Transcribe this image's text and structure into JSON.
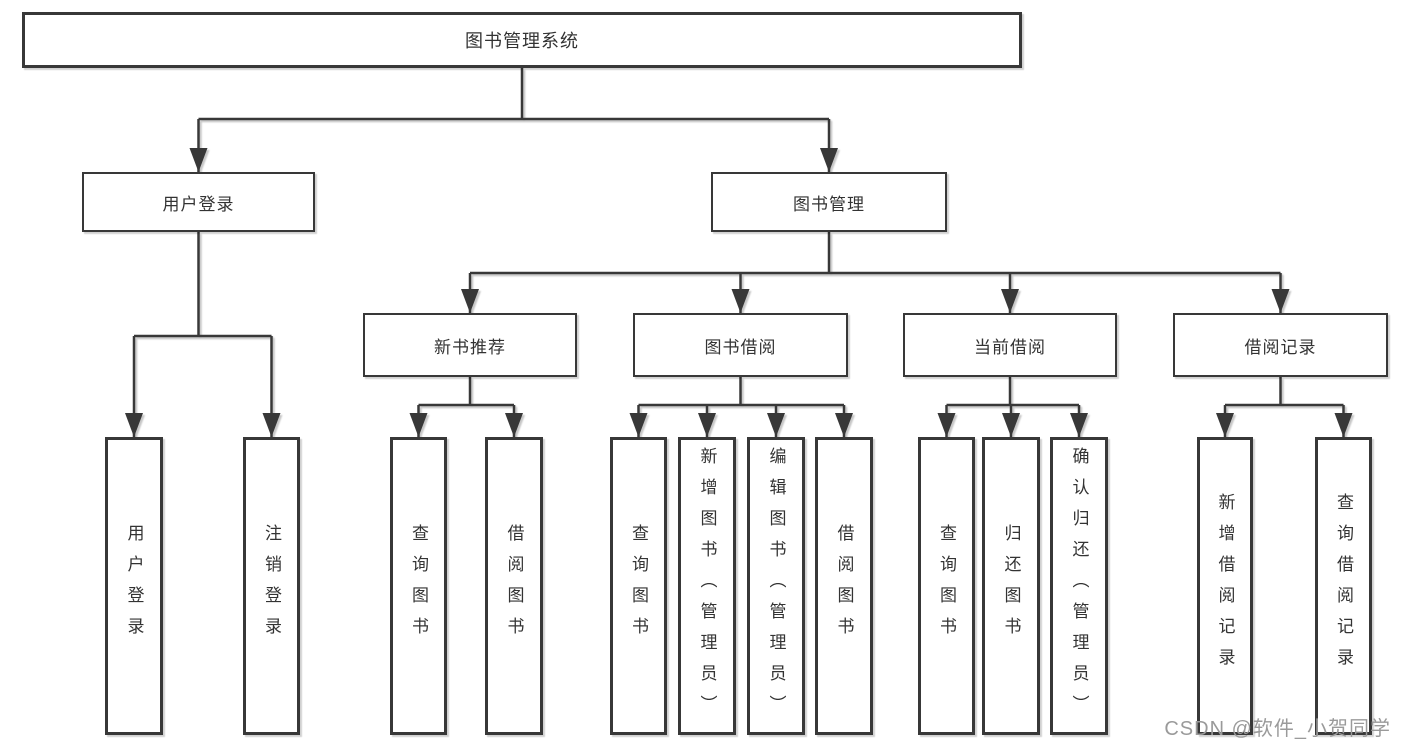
{
  "diagram": {
    "root": {
      "label": "图书管理系统"
    },
    "level2": [
      {
        "label": "用户登录"
      },
      {
        "label": "图书管理"
      }
    ],
    "level3": [
      {
        "label": "新书推荐"
      },
      {
        "label": "图书借阅"
      },
      {
        "label": "当前借阅"
      },
      {
        "label": "借阅记录"
      }
    ],
    "leaves": {
      "user_login": [
        "用户登录",
        "注销登录"
      ],
      "new_book_recommend": [
        "查询图书",
        "借阅图书"
      ],
      "book_borrow": [
        "查询图书",
        "新增图书（管理员）",
        "编辑图书（管理员）",
        "借阅图书"
      ],
      "current_borrow": [
        "查询图书",
        "归还图书",
        "确认归还（管理员）"
      ],
      "borrow_records": [
        "新增借阅记录",
        "查询借阅记录"
      ]
    },
    "watermark": "CSDN @软件_小贺同学",
    "colors": {
      "line": "#383838",
      "border": "#383838",
      "text": "#333333",
      "background": "#ffffff",
      "watermark": "#9a9a9a"
    }
  }
}
